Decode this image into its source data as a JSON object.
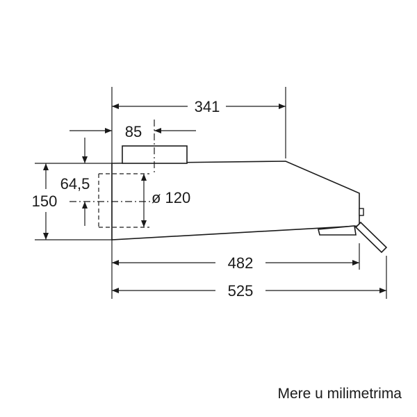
{
  "diagram": {
    "dimensions": {
      "top_width": "341",
      "outlet_offset": "85",
      "front_height": "150",
      "outlet_height": "64,5",
      "outlet_diameter": "ø 120",
      "body_depth": "482",
      "total_depth": "525"
    }
  },
  "caption": "Mere u milimetrima"
}
